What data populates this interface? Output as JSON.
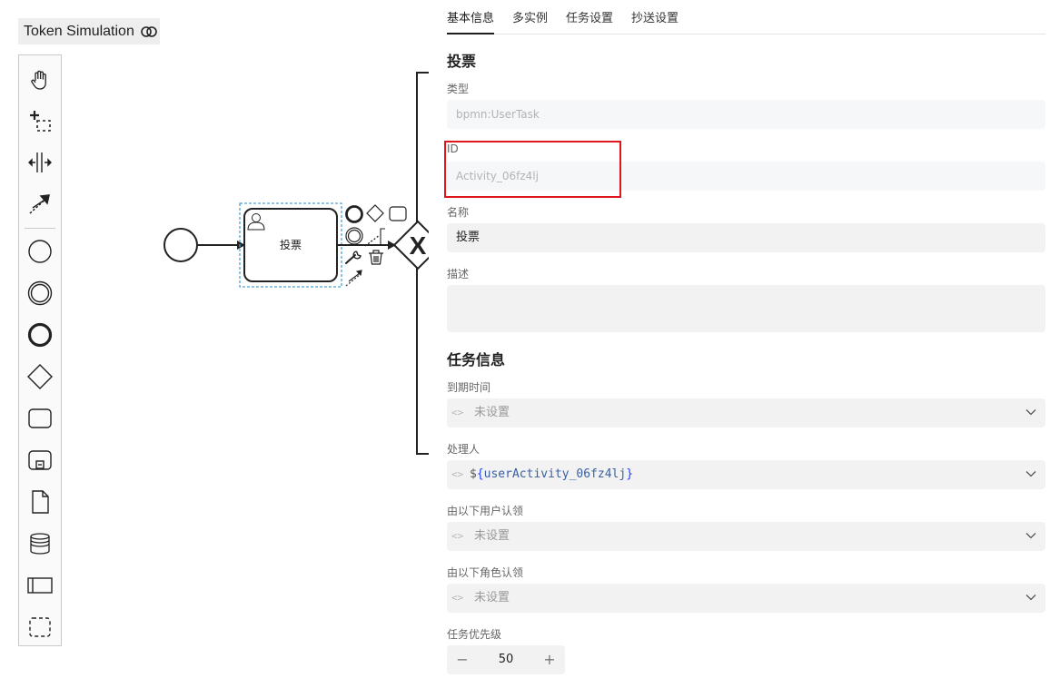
{
  "canvas": {
    "token_simulation_label": "Token Simulation",
    "task_name": "投票",
    "gateway_marker": "X",
    "palette_tools": [
      {
        "name": "hand-tool",
        "icon": "hand-icon"
      },
      {
        "name": "lasso-tool",
        "icon": "lasso-icon"
      },
      {
        "name": "space-tool",
        "icon": "space-icon"
      },
      {
        "name": "connect-tool",
        "icon": "connect-arrow-icon"
      },
      {
        "name": "start-event-tool",
        "icon": "start-event-icon"
      },
      {
        "name": "intermediate-event-tool",
        "icon": "intermediate-event-icon"
      },
      {
        "name": "end-event-tool",
        "icon": "end-event-icon"
      },
      {
        "name": "gateway-tool",
        "icon": "gateway-icon"
      },
      {
        "name": "task-tool",
        "icon": "task-icon"
      },
      {
        "name": "subprocess-tool",
        "icon": "subprocess-icon"
      },
      {
        "name": "data-object-tool",
        "icon": "data-object-icon"
      },
      {
        "name": "data-store-tool",
        "icon": "data-store-icon"
      },
      {
        "name": "pool-tool",
        "icon": "pool-icon"
      },
      {
        "name": "group-tool",
        "icon": "group-icon"
      }
    ],
    "context_pad_icons": [
      "end-event-icon",
      "gateway-icon",
      "task-icon",
      "intermediate-event-icon",
      "annotation-icon",
      "connect-icon",
      "wrench-icon",
      "trash-icon",
      "connect-arrow-icon"
    ]
  },
  "panel": {
    "tabs": [
      {
        "label": "基本信息",
        "active": true
      },
      {
        "label": "多实例",
        "active": false
      },
      {
        "label": "任务设置",
        "active": false
      },
      {
        "label": "抄送设置",
        "active": false
      }
    ],
    "basic_title": "投票",
    "type_label": "类型",
    "type_value": "bpmn:UserTask",
    "id_label": "ID",
    "id_value": "Activity_06fz4lj",
    "name_label": "名称",
    "name_value": "投票",
    "desc_label": "描述",
    "desc_value": "",
    "task_info_title": "任务信息",
    "due_label": "到期时间",
    "due_value": "未设置",
    "assignee_label": "处理人",
    "assignee_prefix": "$",
    "assignee_open": "{",
    "assignee_expr": "userActivity_06fz4lj",
    "assignee_close": "}",
    "cand_users_label": "由以下用户认领",
    "cand_users_value": "未设置",
    "cand_roles_label": "由以下角色认领",
    "cand_roles_value": "未设置",
    "priority_label": "任务优先级",
    "priority_value": "50",
    "code_icon_text": "<>",
    "minus_text": "−",
    "plus_text": "+"
  },
  "colors": {
    "highlight": "#e0161f",
    "expr_brace": "#1a3fff",
    "field_bg": "#f2f2f2"
  }
}
